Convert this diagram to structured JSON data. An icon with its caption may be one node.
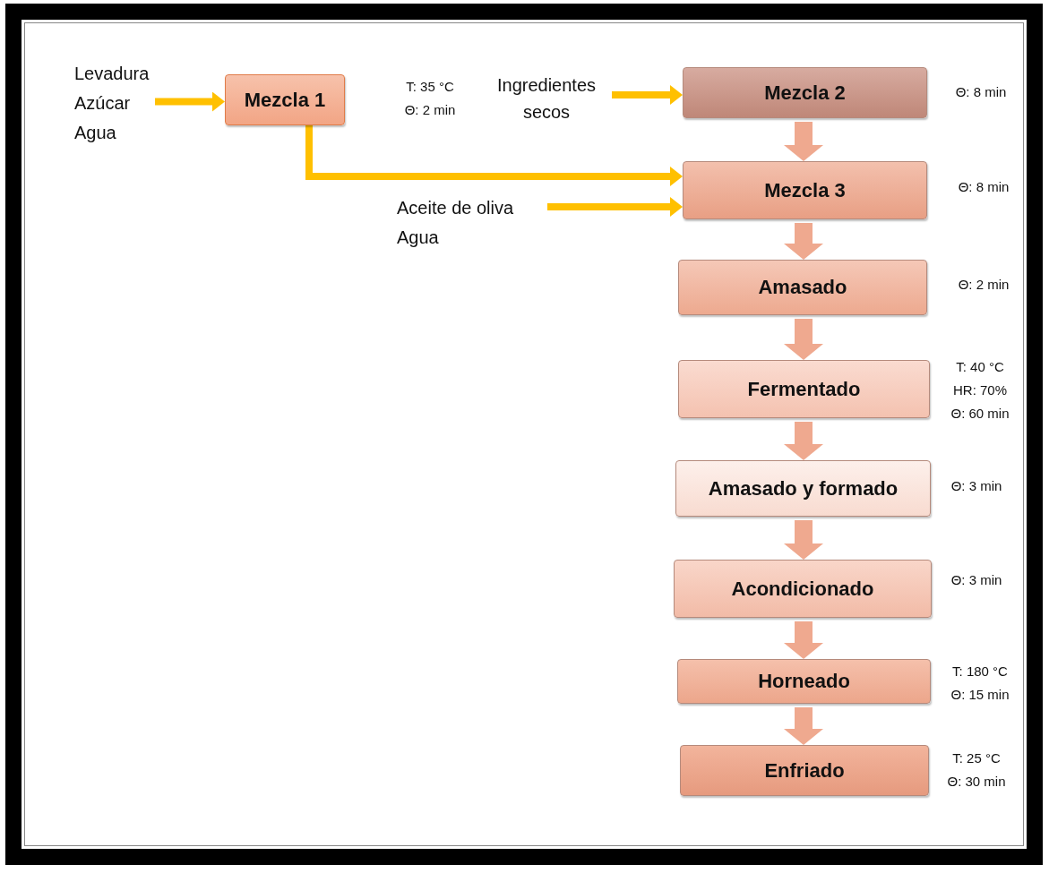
{
  "diagram": {
    "nodes": [
      {
        "text": [
          "Levadura",
          "Azúcar",
          "Agua"
        ]
      },
      {
        "text": [
          "Mezcla 1"
        ],
        "beside": [
          "T: 35 °C",
          "Θ: 2 min"
        ]
      },
      {
        "text": [
          "Ingredientes secos"
        ]
      },
      {
        "text": [
          "Mezcla 2"
        ],
        "beside": [
          "Θ: 8 min"
        ]
      },
      {
        "text": [
          "Mezcla 3"
        ],
        "beside": [
          "Θ: 8 min"
        ]
      },
      {
        "text": [
          "Aceite de oliva",
          "Agua"
        ]
      },
      {
        "text": [
          "Amasado"
        ],
        "beside": [
          "Θ: 2 min"
        ]
      },
      {
        "text": [
          "Fermentado"
        ],
        "beside": [
          "T: 40 °C",
          "HR: 70%",
          "Θ: 60 min"
        ]
      },
      {
        "text": [
          "Amasado y formado"
        ],
        "beside": [
          "Θ: 3 min"
        ]
      },
      {
        "text": [
          "Acondicionado"
        ],
        "beside": [
          "Θ: 3 min"
        ]
      },
      {
        "text": [
          "Horneado"
        ],
        "beside": [
          "T: 180 °C",
          "Θ: 15 min"
        ]
      },
      {
        "text": [
          "Enfriado"
        ],
        "beside": [
          "T: 25 °C",
          "Θ: 30 min"
        ]
      }
    ],
    "edges": [
      {
        "from": 0,
        "to": 1,
        "arrow": "to",
        "color": "#ffc000"
      },
      {
        "from": 1,
        "to": 4,
        "arrow": "to",
        "color": "#ffc000"
      },
      {
        "from": 2,
        "to": 3,
        "arrow": "to",
        "color": "#ffc000"
      },
      {
        "from": 5,
        "to": 4,
        "arrow": "to",
        "color": "#ffc000"
      },
      {
        "from": 3,
        "to": 4,
        "arrow": "to"
      },
      {
        "from": 4,
        "to": 6,
        "arrow": "to"
      },
      {
        "from": 6,
        "to": 7,
        "arrow": "to"
      },
      {
        "from": 7,
        "to": 8,
        "arrow": "to"
      },
      {
        "from": 8,
        "to": 9,
        "arrow": "to"
      },
      {
        "from": 9,
        "to": 10,
        "arrow": "to"
      },
      {
        "from": 10,
        "to": 11,
        "arrow": "to"
      }
    ]
  }
}
